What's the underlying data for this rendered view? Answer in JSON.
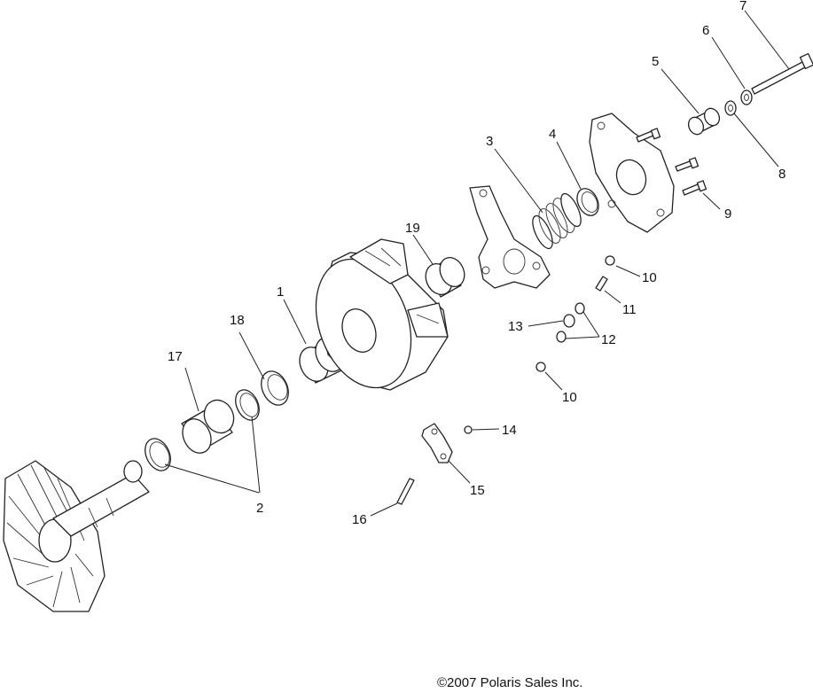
{
  "callouts": [
    "1",
    "2",
    "3",
    "4",
    "5",
    "6",
    "7",
    "8",
    "9",
    "10",
    "11",
    "12",
    "13",
    "14",
    "15",
    "16",
    "17",
    "18",
    "19"
  ],
  "copyright": "©2007 Polaris Sales Inc."
}
